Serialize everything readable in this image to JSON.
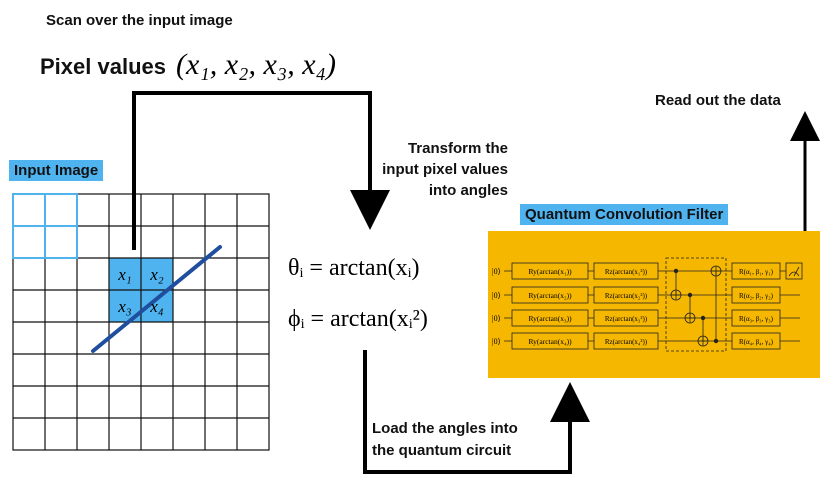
{
  "captions": {
    "scan": "Scan over the input image",
    "pixel_values_label": "Pixel values",
    "pixel_tuple": "(x₁, x₂, x₃, x₄)",
    "transform": [
      "Transform the",
      "input pixel values",
      "into angles"
    ],
    "load": [
      "Load the angles into",
      "the quantum circuit"
    ],
    "read_out": "Read out the data"
  },
  "input_image": {
    "label": "Input Image",
    "cell_labels": [
      "x₁",
      "x₂",
      "x₃",
      "x₄"
    ]
  },
  "equations": {
    "theta": "θᵢ = arctan(xᵢ)",
    "phi": "ϕᵢ = arctan(xᵢ²)"
  },
  "filter": {
    "label": "Quantum Convolution Filter",
    "qubit_state": "|0⟩",
    "ry_gates": [
      "Ry(arctan(x₁))",
      "Ry(arctan(x₂))",
      "Ry(arctan(x₃))",
      "Ry(arctan(x₄))"
    ],
    "rz_gates": [
      "Rz(arctan(x₁²))",
      "Rz(arctan(x₂²))",
      "Rz(arctan(x₃²))",
      "Rz(arctan(x₄²))"
    ],
    "r_gates": [
      "R(α₁, β₁, γ₁)",
      "R(α₂, β₂, γ₂)",
      "R(α₃, β₃, γ₃)",
      "R(α₄, β₄, γ₄)"
    ]
  },
  "colors": {
    "arrow": "#000000",
    "highlight_blue": "#4fb3f0",
    "grid_line": "#111111",
    "scan_window": "#4fb3f0",
    "stroke": "#1f4e9e",
    "filter_bg": "#f5b700"
  }
}
